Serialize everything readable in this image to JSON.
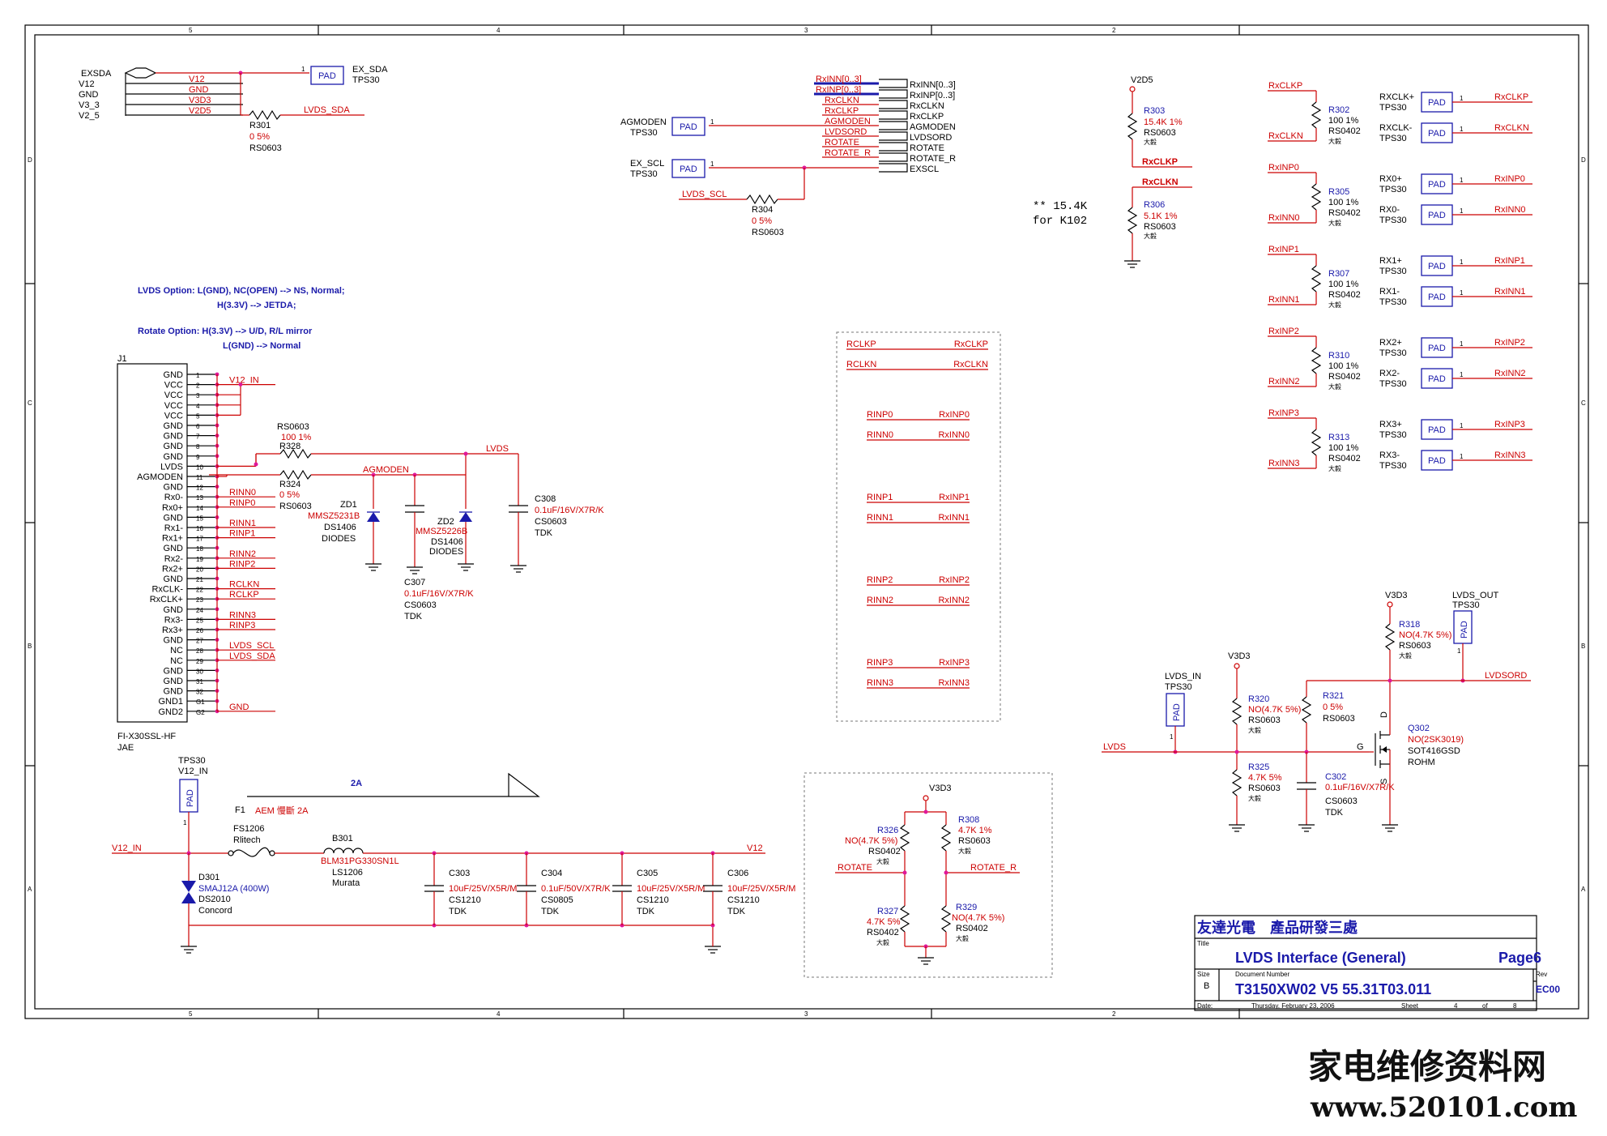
{
  "border": {
    "col_labels": [
      "5",
      "4",
      "3",
      "2"
    ],
    "row_labels": [
      "D",
      "C",
      "B",
      "A"
    ]
  },
  "exsda_block": {
    "bus_name": "EXSDA",
    "bus_members": [
      "V12",
      "GND",
      "V3_3",
      "V2_5"
    ],
    "net_labels": [
      "V12",
      "GND",
      "V3D3",
      "V2D5"
    ],
    "pad_label": "PAD",
    "pad_pin": "1",
    "pad_net": "EX_SDA",
    "pad_type": "TPS30",
    "resistor_ref": "R301",
    "resistor_val": "0 5%",
    "resistor_pkg": "RS0603",
    "out_net": "LVDS_SDA"
  },
  "mid_top": {
    "bus_in": [
      "RxINN[0..3]",
      "RxINP[0..3]"
    ],
    "signals_in": [
      "RxCLKN",
      "RxCLKP",
      "AGMODEN",
      "LVDSORD",
      "ROTATE",
      "ROTATE_R"
    ],
    "signals_out": [
      "RxINN[0..3]",
      "RxINP[0..3]",
      "RxCLKN",
      "RxCLKP",
      "AGMODEN",
      "LVDSORD",
      "ROTATE",
      "ROTATE_R",
      "EXSCL"
    ],
    "pad1_net": "AGMODEN",
    "pad1_type": "TPS30",
    "pad2_net": "EX_SCL",
    "pad2_type": "TPS30",
    "pad_label": "PAD",
    "pad_pin": "1",
    "scl_net": "LVDS_SCL",
    "r304_ref": "R304",
    "r304_val": "0 5%",
    "r304_pkg": "RS0603"
  },
  "v2d5_divider": {
    "rail": "V2D5",
    "r303_ref": "R303",
    "r303_val": "15.4K 1%",
    "r303_pkg": "RS0603",
    "r303_mfr": "大毅",
    "net1": "RxCLKP",
    "net2": "RxCLKN",
    "r306_ref": "R306",
    "r306_val": "5.1K 1%",
    "r306_pkg": "RS0603",
    "r306_mfr": "大毅",
    "note_line1": "** 15.4K",
    "note_line2": "for K102"
  },
  "terminations": [
    {
      "pnet": "RxCLKP",
      "nnet": "RxCLKN",
      "ref": "R302",
      "val": "100 1%",
      "pkg": "RS0402",
      "mfr": "大毅",
      "pads": [
        {
          "name": "RXCLK+",
          "type": "TPS30",
          "net": "RxCLKP"
        },
        {
          "name": "RXCLK-",
          "type": "TPS30",
          "net": "RxCLKN"
        }
      ]
    },
    {
      "pnet": "RxINP0",
      "nnet": "RxINN0",
      "ref": "R305",
      "val": "100 1%",
      "pkg": "RS0402",
      "mfr": "大毅",
      "pads": [
        {
          "name": "RX0+",
          "type": "TPS30",
          "net": "RxINP0"
        },
        {
          "name": "RX0-",
          "type": "TPS30",
          "net": "RxINN0"
        }
      ]
    },
    {
      "pnet": "RxINP1",
      "nnet": "RxINN1",
      "ref": "R307",
      "val": "100 1%",
      "pkg": "RS0402",
      "mfr": "大毅",
      "pads": [
        {
          "name": "RX1+",
          "type": "TPS30",
          "net": "RxINP1"
        },
        {
          "name": "RX1-",
          "type": "TPS30",
          "net": "RxINN1"
        }
      ]
    },
    {
      "pnet": "RxINP2",
      "nnet": "RxINN2",
      "ref": "R310",
      "val": "100 1%",
      "pkg": "RS0402",
      "mfr": "大毅",
      "pads": [
        {
          "name": "RX2+",
          "type": "TPS30",
          "net": "RxINP2"
        },
        {
          "name": "RX2-",
          "type": "TPS30",
          "net": "RxINN2"
        }
      ]
    },
    {
      "pnet": "RxINP3",
      "nnet": "RxINN3",
      "ref": "R313",
      "val": "100 1%",
      "pkg": "RS0402",
      "mfr": "大毅",
      "pads": [
        {
          "name": "RX3+",
          "type": "TPS30",
          "net": "RxINP3"
        },
        {
          "name": "RX3-",
          "type": "TPS30",
          "net": "RxINN3"
        }
      ]
    }
  ],
  "notes": {
    "line1": "LVDS Option: L(GND), NC(OPEN) --> NS, Normal;",
    "line2": "H(3.3V) --> JETDA;",
    "line3": "Rotate Option: H(3.3V) --> U/D, R/L mirror",
    "line4": "L(GND) --> Normal"
  },
  "connector": {
    "ref": "J1",
    "part": "FI-X30SSL-HF",
    "mfr": "JAE",
    "pins": [
      {
        "num": "1",
        "name": "GND",
        "net": ""
      },
      {
        "num": "2",
        "name": "VCC",
        "net": "V12_IN"
      },
      {
        "num": "3",
        "name": "VCC",
        "net": ""
      },
      {
        "num": "4",
        "name": "VCC",
        "net": ""
      },
      {
        "num": "5",
        "name": "VCC",
        "net": ""
      },
      {
        "num": "6",
        "name": "GND",
        "net": ""
      },
      {
        "num": "7",
        "name": "GND",
        "net": ""
      },
      {
        "num": "8",
        "name": "GND",
        "net": ""
      },
      {
        "num": "9",
        "name": "GND",
        "net": ""
      },
      {
        "num": "10",
        "name": "LVDS",
        "net": ""
      },
      {
        "num": "11",
        "name": "AGMODEN",
        "net": ""
      },
      {
        "num": "12",
        "name": "GND",
        "net": ""
      },
      {
        "num": "13",
        "name": "Rx0-",
        "net": "RINN0"
      },
      {
        "num": "14",
        "name": "Rx0+",
        "net": "RINP0"
      },
      {
        "num": "15",
        "name": "GND",
        "net": ""
      },
      {
        "num": "16",
        "name": "Rx1-",
        "net": "RINN1"
      },
      {
        "num": "17",
        "name": "Rx1+",
        "net": "RINP1"
      },
      {
        "num": "18",
        "name": "GND",
        "net": ""
      },
      {
        "num": "19",
        "name": "Rx2-",
        "net": "RINN2"
      },
      {
        "num": "20",
        "name": "Rx2+",
        "net": "RINP2"
      },
      {
        "num": "21",
        "name": "GND",
        "net": ""
      },
      {
        "num": "22",
        "name": "RxCLK-",
        "net": "RCLKN"
      },
      {
        "num": "23",
        "name": "RxCLK+",
        "net": "RCLKP"
      },
      {
        "num": "24",
        "name": "GND",
        "net": ""
      },
      {
        "num": "25",
        "name": "Rx3-",
        "net": "RINN3"
      },
      {
        "num": "26",
        "name": "Rx3+",
        "net": "RINP3"
      },
      {
        "num": "27",
        "name": "GND",
        "net": ""
      },
      {
        "num": "28",
        "name": "NC",
        "net": "LVDS_SCL"
      },
      {
        "num": "29",
        "name": "NC",
        "net": "LVDS_SDA"
      },
      {
        "num": "30",
        "name": "GND",
        "net": ""
      },
      {
        "num": "31",
        "name": "GND",
        "net": ""
      },
      {
        "num": "32",
        "name": "GND",
        "net": ""
      },
      {
        "num": "G1",
        "name": "GND1",
        "net": ""
      },
      {
        "num": "G2",
        "name": "GND2",
        "net": "GND"
      }
    ]
  },
  "connector_aux": {
    "r328_pkg": "RS0603",
    "r328_val": "100 1%",
    "r328_ref": "R328",
    "lvds_net": "LVDS",
    "agmoden_net": "AGMODEN",
    "r324_ref": "R324",
    "r324_val": "0 5%",
    "r324_pkg": "RS0603",
    "zd1_ref": "ZD1",
    "zd1_part": "MMSZ5231B",
    "zd1_pkg": "DS1406",
    "zd1_mfr": "DIODES",
    "zd2_ref": "ZD2",
    "zd2_part": "MMSZ5226B",
    "zd2_pkg": "DS1406",
    "zd2_mfr": "DIODES",
    "c307_ref": "C307",
    "c307_val": "0.1uF/16V/X7R/K",
    "c307_pkg": "CS0603",
    "c307_mfr": "TDK",
    "c308_ref": "C308",
    "c308_val": "0.1uF/16V/X7R/K",
    "c308_pkg": "CS0603",
    "c308_mfr": "TDK"
  },
  "rename_box": [
    [
      "RCLKP",
      "RxCLKP"
    ],
    [
      "RCLKN",
      "RxCLKN"
    ],
    [
      "RINP0",
      "RxINP0"
    ],
    [
      "RINN0",
      "RxINN0"
    ],
    [
      "RINP1",
      "RxINP1"
    ],
    [
      "RINN1",
      "RxINN1"
    ],
    [
      "RINP2",
      "RxINP2"
    ],
    [
      "RINN2",
      "RxINN2"
    ],
    [
      "RINP3",
      "RxINP3"
    ],
    [
      "RINN3",
      "RxINN3"
    ]
  ],
  "power": {
    "pad_type": "TPS30",
    "pad_net": "V12_IN",
    "pad_label": "PAD",
    "pad_pin": "1",
    "current": "2A",
    "f1_label": "F1",
    "f1_note": "AEM 慢斷 2A",
    "fuse_pkg": "FS1206",
    "fuse_mfr": "Rlitech",
    "in_net": "V12_IN",
    "out_net": "V12",
    "b301_ref": "B301",
    "b301_part": "BLM31PG330SN1L",
    "b301_pkg": "LS1206",
    "b301_mfr": "Murata",
    "d301_ref": "D301",
    "d301_part": "SMAJ12A (400W)",
    "d301_pkg": "DS2010",
    "d301_mfr": "Concord",
    "caps": [
      {
        "ref": "C303",
        "val": "10uF/25V/X5R/M",
        "pkg": "CS1210",
        "mfr": "TDK"
      },
      {
        "ref": "C304",
        "val": "0.1uF/50V/X7R/K",
        "pkg": "CS0805",
        "mfr": "TDK"
      },
      {
        "ref": "C305",
        "val": "10uF/25V/X5R/M",
        "pkg": "CS1210",
        "mfr": "TDK"
      },
      {
        "ref": "C306",
        "val": "10uF/25V/X5R/M",
        "pkg": "CS1210",
        "mfr": "TDK"
      }
    ]
  },
  "rotate_box": {
    "rail": "V3D3",
    "r326_ref": "R326",
    "r326_val": "NO(4.7K 5%)",
    "r326_pkg": "RS0402",
    "r326_mfr": "大毅",
    "r308_ref": "R308",
    "r308_val": "4.7K 1%",
    "r308_pkg": "RS0603",
    "r308_mfr": "大毅",
    "net_left": "ROTATE",
    "net_right": "ROTATE_R",
    "r327_ref": "R327",
    "r327_val": "4.7K 5%",
    "r327_pkg": "RS0402",
    "r327_mfr": "大毅",
    "r329_ref": "R329",
    "r329_val": "NO(4.7K 5%)",
    "r329_pkg": "RS0402",
    "r329_mfr": "大毅"
  },
  "lvdsord": {
    "rail_left": "V3D3",
    "rail_right": "V3D3",
    "in_pad_net": "LVDS_IN",
    "in_pad_type": "TPS30",
    "out_pad_net": "LVDS_OUT",
    "out_pad_type": "TPS30",
    "pad_label": "PAD",
    "pad_pin": "1",
    "out_net": "LVDSORD",
    "lvds_net": "LVDS",
    "r318_ref": "R318",
    "r318_val": "NO(4.7K 5%)",
    "r318_pkg": "RS0603",
    "r318_mfr": "大毅",
    "r320_ref": "R320",
    "r320_val": "NO(4.7K 5%)",
    "r320_pkg": "RS0603",
    "r320_mfr": "大毅",
    "r321_ref": "R321",
    "r321_val": "0 5%",
    "r321_pkg": "RS0603",
    "r325_ref": "R325",
    "r325_val": "4.7K 5%",
    "r325_pkg": "RS0603",
    "r325_mfr": "大毅",
    "c302_ref": "C302",
    "c302_val": "0.1uF/16V/X7R/K",
    "c302_pkg": "CS0603",
    "c302_mfr": "TDK",
    "q302_ref": "Q302",
    "q302_val": "NO(2SK3019)",
    "q302_pkg": "SOT416GSD",
    "q302_mfr": "ROHM",
    "q_d": "D",
    "q_g": "G",
    "q_s": "S"
  },
  "titleblock": {
    "company": "友達光電　產品研發三處",
    "title_lbl": "Title",
    "title": "LVDS Interface (General)",
    "page": "Page6",
    "size_lbl": "Size",
    "size": "B",
    "docnum_lbl": "Document Number",
    "docnum": "T3150XW02 V5 55.31T03.011",
    "rev_lbl": "Rev",
    "rev": "EC00",
    "date_lbl": "Date:",
    "date": "Thursday, February 23, 2006",
    "sheet_lbl": "Sheet",
    "sheet": "4",
    "of_lbl": "of",
    "of": "8"
  },
  "watermark": {
    "line1": "家电维修资料网",
    "line2": "www.520101.com"
  },
  "colors": {
    "wire": "#cc0000",
    "comp": "#000000",
    "label": "#1a1aaa",
    "junction": "#e0189a"
  }
}
